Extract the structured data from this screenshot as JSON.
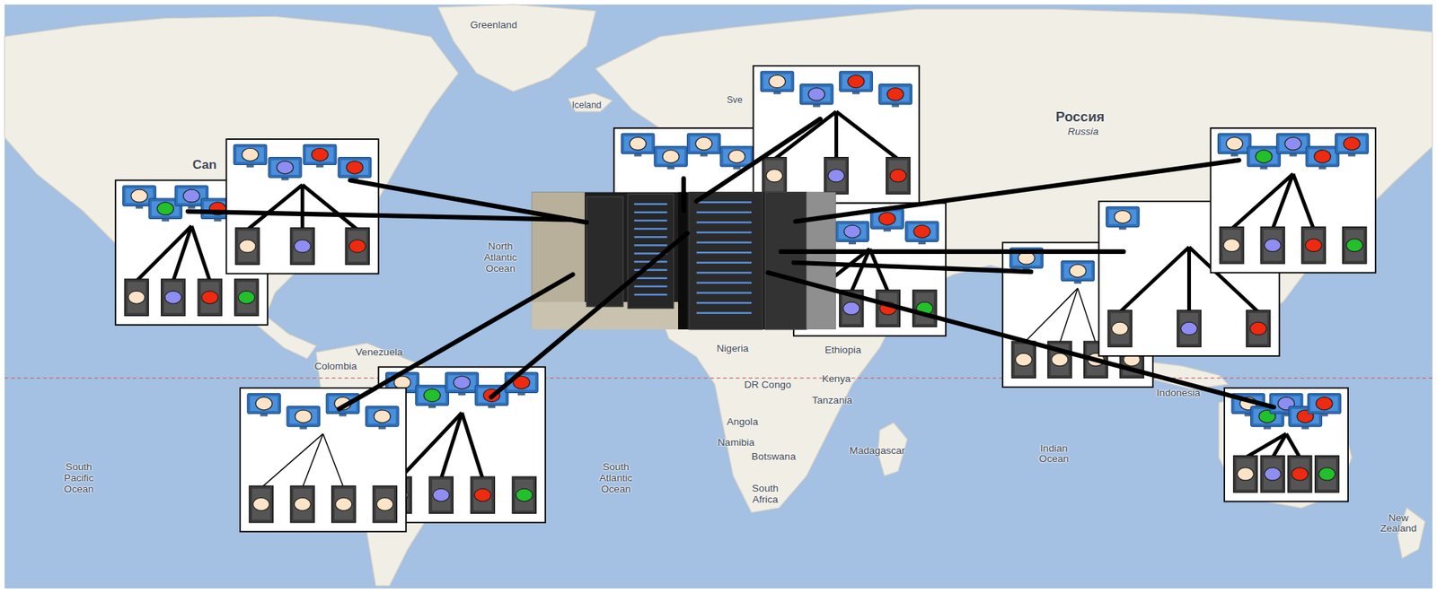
{
  "diagram": {
    "labels": [
      "Greenland",
      "Iceland",
      "Россия",
      "Russia",
      "Can",
      "Sve",
      "North Atlantic Ocean",
      "Venezuela",
      "Colombia",
      "Nigeria",
      "Ethiopia",
      "Kenya",
      "DR Congo",
      "Tanzania",
      "Angola",
      "Namibia",
      "Botswana",
      "South Africa",
      "Madagascar",
      "South Atlantic Ocean",
      "South Pacific Ocean",
      "Indian Ocean",
      "Indonesia",
      "New Zealand"
    ]
  }
}
